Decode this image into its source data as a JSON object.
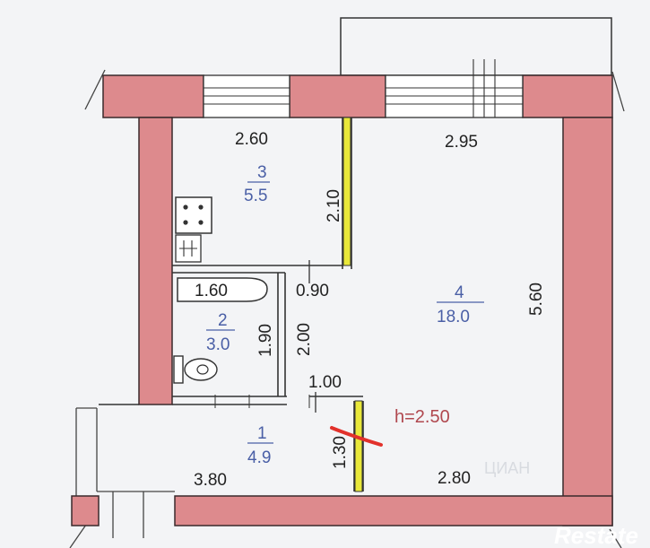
{
  "rooms": [
    {
      "number": "1",
      "area": "4.9"
    },
    {
      "number": "2",
      "area": "3.0"
    },
    {
      "number": "3",
      "area": "5.5"
    },
    {
      "number": "4",
      "area": "18.0"
    }
  ],
  "dimensions": {
    "kitchen_width": "2.60",
    "kitchen_depth": "2.10",
    "room_width_top": "2.95",
    "room_depth": "5.60",
    "door_gap": "0.90",
    "bath_width": "1.60",
    "bath_depth": "1.90",
    "corridor_wall": "2.00",
    "door_width": "1.00",
    "hall_depth": "1.30",
    "hall_width": "3.80",
    "room_width_bottom": "2.80"
  },
  "ceiling_height": "h=2.50",
  "watermarks": {
    "brand": "Restate",
    "faint": "ЦИАН"
  },
  "colors": {
    "wall_fill": "#dd8a8d",
    "wall_stroke": "#3a2a2c",
    "window_frame": "#ffffff",
    "door_yellow": "#e9e83a",
    "red_mark": "#e2312b",
    "background": "#f3f4f6"
  }
}
